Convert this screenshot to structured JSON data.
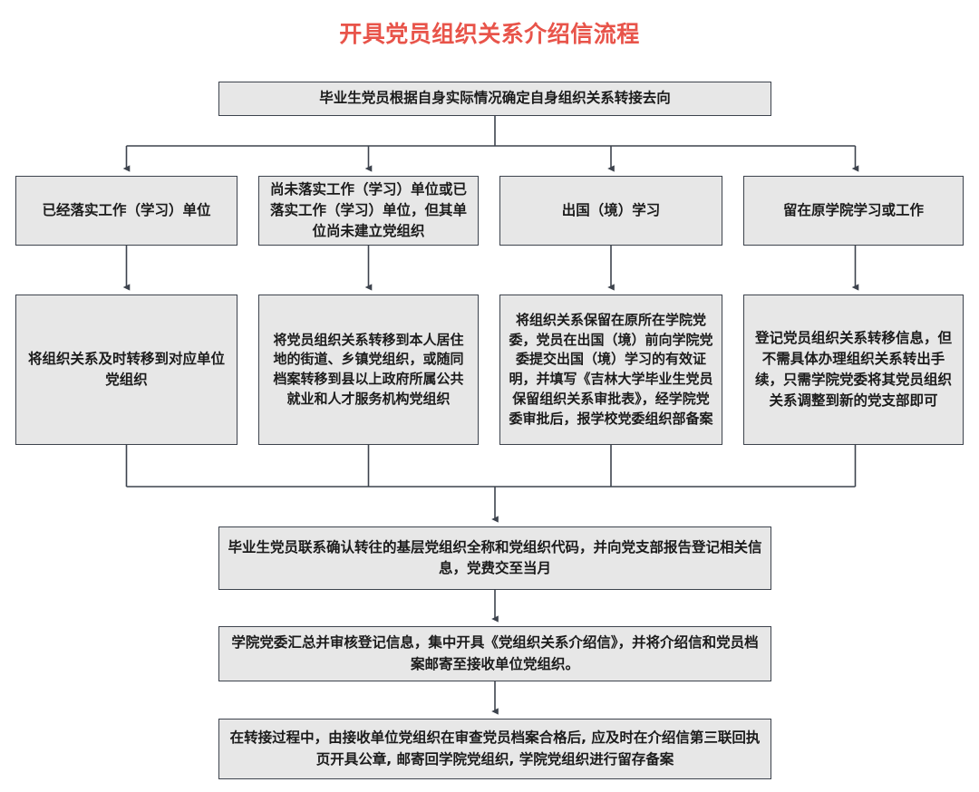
{
  "title": "开具党员组织关系介绍信流程",
  "theme": {
    "title_color": "#e8544a",
    "node_fill": "#e7e7e7",
    "node_border": "#3d434d",
    "connector_color": "#3d434d",
    "page_background": "#ffffff"
  },
  "chart_data": {
    "type": "diagram",
    "diagram_type": "flowchart",
    "orientation": "top-down",
    "title": "开具党员组织关系介绍信流程",
    "nodes": [
      {
        "id": "start",
        "label": "毕业生党员根据自身实际情况确定自身组织关系转接去向",
        "row": 1,
        "col": 0
      },
      {
        "id": "b1",
        "label": "已经落实工作（学习）单位",
        "row": 2,
        "col": 1
      },
      {
        "id": "b2",
        "label": "尚未落实工作（学习）单位或已落实工作（学习）单位，但其单位尚未建立党组织",
        "row": 2,
        "col": 2
      },
      {
        "id": "b3",
        "label": "出国（境）学习",
        "row": 2,
        "col": 3
      },
      {
        "id": "b4",
        "label": "留在原学院学习或工作",
        "row": 2,
        "col": 4
      },
      {
        "id": "c1",
        "label": "将组织关系及时转移到对应单位党组织",
        "row": 3,
        "col": 1
      },
      {
        "id": "c2",
        "label": "将党员组织关系转移到本人居住地的街道、乡镇党组织，或随同档案转移到县以上政府所属公共就业和人才服务机构党组织",
        "row": 3,
        "col": 2
      },
      {
        "id": "c3",
        "label": "将组织关系保留在原所在学院党委，党员在出国（境）前向学院党委提交出国（境）学习的有效证明，并填写《吉林大学毕业生党员保留组织关系审批表》，经学院党委审批后，报学校党委组织部备案",
        "row": 3,
        "col": 3
      },
      {
        "id": "c4",
        "label": "登记党员组织关系转移信息，但不需具体办理组织关系转出手续，只需学院党委将其党员组织关系调整到新的党支部即可",
        "row": 3,
        "col": 4
      },
      {
        "id": "m1",
        "label": "毕业生党员联系确认转往的基层党组织全称和党组织代码，并向党支部报告登记相关信息，党费交至当月",
        "row": 4,
        "col": 0
      },
      {
        "id": "m2",
        "label": "学院党委汇总并审核登记信息，集中开具《党组织关系介绍信》，并将介绍信和党员档案邮寄至接收单位党组织。",
        "row": 5,
        "col": 0
      },
      {
        "id": "m3",
        "label": "在转接过程中，由接收单位党组织在审查党员档案合格后, 应及时在介绍信第三联回执页开具公章, 邮寄回学院党组织, 学院党组织进行留存备案",
        "row": 6,
        "col": 0
      }
    ],
    "edges": [
      {
        "from": "start",
        "to": "b1",
        "style": "elbow-arrow"
      },
      {
        "from": "start",
        "to": "b2",
        "style": "elbow-arrow"
      },
      {
        "from": "start",
        "to": "b3",
        "style": "elbow-arrow"
      },
      {
        "from": "start",
        "to": "b4",
        "style": "elbow-arrow"
      },
      {
        "from": "b1",
        "to": "c1",
        "style": "straight-arrow"
      },
      {
        "from": "b2",
        "to": "c2",
        "style": "straight-arrow"
      },
      {
        "from": "b3",
        "to": "c3",
        "style": "straight-arrow"
      },
      {
        "from": "b4",
        "to": "c4",
        "style": "straight-arrow"
      },
      {
        "from": "c1",
        "to": "m1",
        "style": "merge-elbow-arrow"
      },
      {
        "from": "c2",
        "to": "m1",
        "style": "merge-elbow-arrow"
      },
      {
        "from": "c3",
        "to": "m1",
        "style": "merge-elbow-arrow"
      },
      {
        "from": "c4",
        "to": "m1",
        "style": "merge-elbow-arrow"
      },
      {
        "from": "m1",
        "to": "m2",
        "style": "straight-arrow"
      },
      {
        "from": "m2",
        "to": "m3",
        "style": "straight-arrow"
      }
    ]
  }
}
